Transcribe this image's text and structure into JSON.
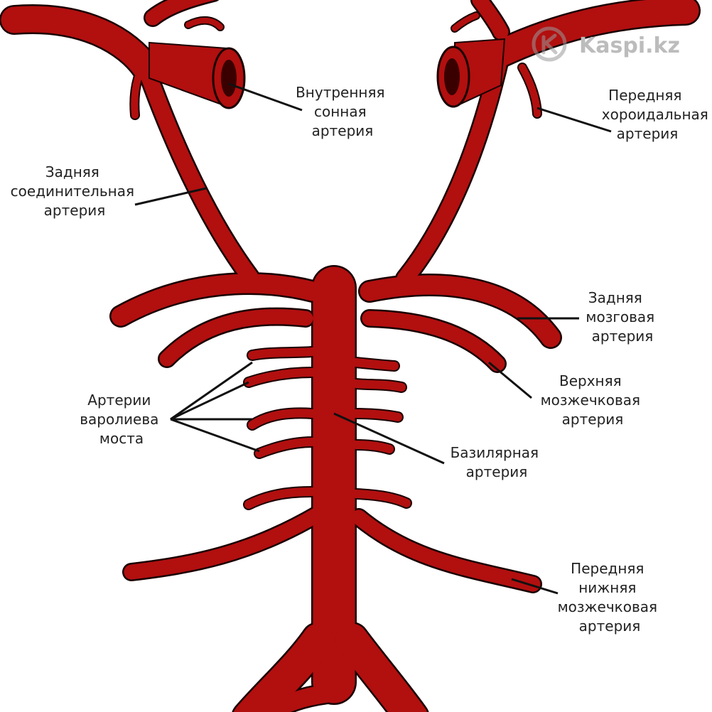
{
  "watermark": {
    "text": "Kaspi.kz",
    "color": "#bcbcbc"
  },
  "colors": {
    "artery": "#b20f0f",
    "outline": "#1a0000",
    "lumen": "#3a0000",
    "leader": "#111111"
  },
  "labels": {
    "internal_carotid": [
      "Внутренняя",
      "сонная",
      "артерия"
    ],
    "anterior_choroidal": [
      "Передняя",
      "хороидальная",
      "артерия"
    ],
    "posterior_communicating": [
      "Задняя",
      "соединительная",
      "артерия"
    ],
    "posterior_cerebral": [
      "Задняя",
      "мозговая",
      "артерия"
    ],
    "superior_cerebellar": [
      "Верхняя",
      "мозжечковая",
      "артерия"
    ],
    "pontine_arteries": [
      "Артерии",
      "варолиева",
      "моста"
    ],
    "basilar": [
      "Базилярная",
      "артерия"
    ],
    "anterior_inferior_cerebellar": [
      "Передняя",
      "нижняя",
      "мозжечковая",
      "артерия"
    ]
  }
}
